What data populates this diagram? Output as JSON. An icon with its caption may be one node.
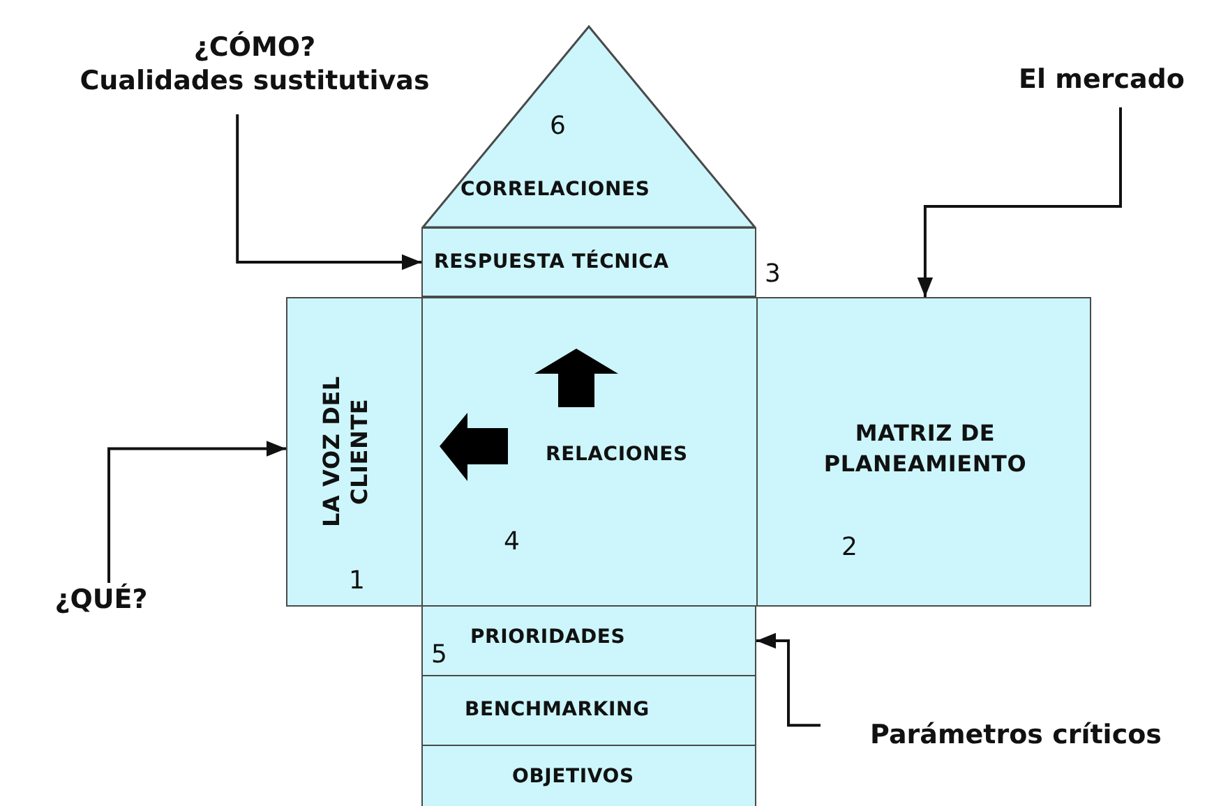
{
  "diagram": {
    "nodes": [
      {
        "text": [
          "6",
          "CORRELACIONES"
        ]
      },
      {
        "text": [
          "RESPUESTA TÉCNICA"
        ],
        "beside": [
          "3"
        ]
      },
      {
        "text": [
          "LA VOZ DEL CLIENTE",
          "1"
        ]
      },
      {
        "text": [
          "RELACIONES",
          "4"
        ]
      },
      {
        "text": [
          "MATRIZ DE PLANEAMIENTO",
          "2"
        ]
      },
      {
        "text": [
          "PRIORIDADES",
          "5"
        ]
      },
      {
        "text": [
          "BENCHMARKING"
        ]
      },
      {
        "text": [
          "OBJETIVOS"
        ]
      },
      {
        "text": [
          "¿CÓMO?",
          "Cualidades sustitutivas"
        ]
      },
      {
        "text": [
          "El mercado"
        ]
      },
      {
        "text": [
          "¿QUÉ?"
        ]
      },
      {
        "text": [
          "Parámetros críticos"
        ]
      }
    ],
    "edges": [
      {
        "from": 8,
        "to": 1,
        "arrow": "to"
      },
      {
        "from": 9,
        "to": 4,
        "arrow": "to"
      },
      {
        "from": 10,
        "to": 2,
        "arrow": "to"
      },
      {
        "from": 11,
        "to": 5,
        "arrow": "to"
      }
    ]
  }
}
